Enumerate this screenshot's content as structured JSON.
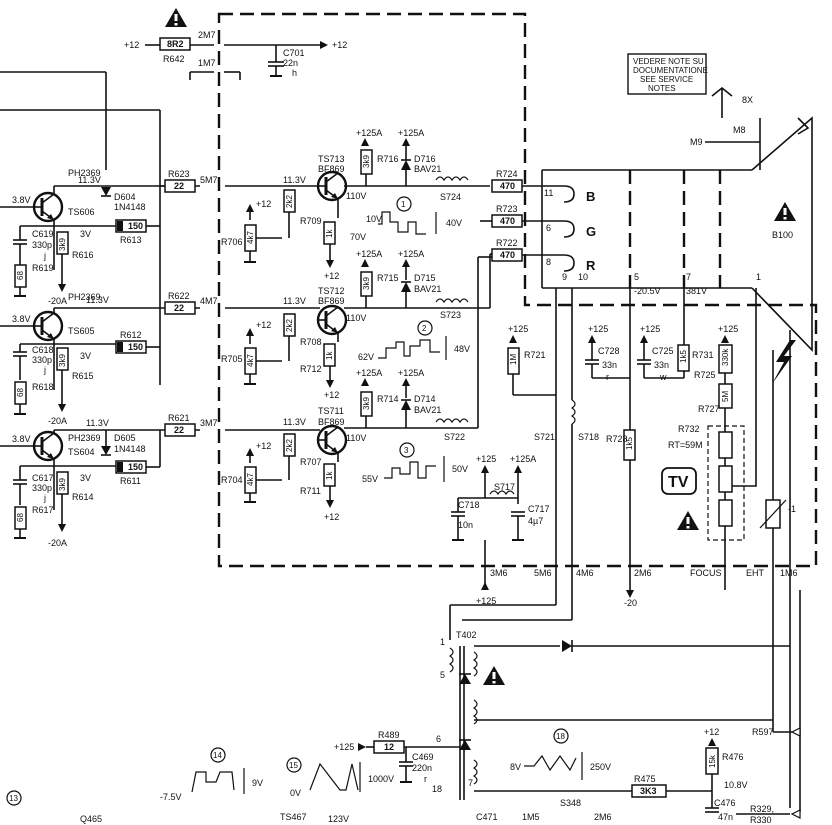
{
  "supply": {
    "in_12v": "+12",
    "out_12v": "+12",
    "r642_value": "8R2",
    "r642_label": "R642",
    "conn_2m7": "2M7",
    "conn_1m7": "1M7",
    "c701_label": "C701",
    "c701_value": "22n",
    "c701_type": "h"
  },
  "note_box": {
    "line1": "VEDERE NOTE SU",
    "line2": "DOCUMENTATIONE",
    "line3": "SEE SERVICE",
    "line4": "NOTES"
  },
  "crt": {
    "label": "B100",
    "pin_8x": "8X",
    "m9": "M9",
    "m8": "M8",
    "pin_b": "B",
    "pin_g": "G",
    "pin_r": "R",
    "pin11": "11",
    "pin6": "6",
    "pin8": "8",
    "pin9": "9",
    "pin10": "10",
    "pin5": "5",
    "pin7": "7",
    "pin1": "1",
    "v_minus205": "-20.5V",
    "v_381": "381V"
  },
  "ch_b": {
    "q_in_type": "PH2369",
    "q_in": "TS606",
    "v_in": "3.8V",
    "v_113": "11.3V",
    "d_in": "D604",
    "d_in_type": "1N4148",
    "c_in": "C619",
    "c_in_value": "330p",
    "c_in_type": "j",
    "r_3k9": "3k9",
    "v_3v": "3V",
    "r616": "R616",
    "r_68": "68",
    "r619": "R619",
    "v_m20a": "-20A",
    "r613": "R613",
    "r613_value": "150",
    "r_conn": "R623",
    "r_conn_value": "22",
    "conn": "5M7",
    "q_out_label": "TS713",
    "q_out_type": "BF869",
    "v_base": "11.3V",
    "r_pot": "R706",
    "r_pot_value": "4k7",
    "r_2k2": "2k2",
    "r_coll": "R709",
    "r_1k": "1k",
    "v_plus12": "+12",
    "v_plus12b": "+12",
    "v_125a": "+125A",
    "v_125a_d": "+125A",
    "r_3k9b": "3k9",
    "r716": "R716",
    "d_out": "D716",
    "d_out_type": "BAV21",
    "v_110": "110V",
    "num": "1",
    "v_10": "10V",
    "v_70": "70V",
    "v_40": "40V",
    "coil": "S724",
    "r_out": "R724",
    "r_out_value": "470"
  },
  "ch_g": {
    "q_in_type": "PH2369",
    "q_in": "TS605",
    "v_in": "3.8V",
    "v_113": "11.3V",
    "c_in": "C618",
    "c_in_value": "330p",
    "c_in_type": "j",
    "r_3k9": "3k9",
    "v_3v": "3V",
    "r615": "R615",
    "r_68": "68",
    "r618": "R618",
    "v_m20a": "-20A",
    "r612": "R612",
    "r612_value": "150",
    "r_conn": "R622",
    "r_conn_value": "22",
    "conn": "4M7",
    "q_out_label": "TS712",
    "q_out_type": "BF869",
    "v_base": "11.3V",
    "r_pot": "R705",
    "r_pot_value": "4k7",
    "r_2k2": "2k2",
    "r_coll": "R708",
    "r_1k": "1k",
    "r712": "R712",
    "v_plus12": "+12",
    "v_plus12b": "+12",
    "v_125a": "+125A",
    "v_125a_d": "+125A",
    "r_3k9b": "3k9",
    "r715": "R715",
    "d_out": "D715",
    "d_out_type": "BAV21",
    "v_110": "110V",
    "num": "2",
    "v_62": "62V",
    "v_48": "48V",
    "coil": "S723",
    "r_out": "R723",
    "r_out_value": "470"
  },
  "ch_r": {
    "q_in_type": "PH2369",
    "q_in": "TS604",
    "v_in": "3.8V",
    "v_113": "11.3V",
    "d_in": "D605",
    "d_in_type": "1N4148",
    "c_in": "C617",
    "c_in_value": "330p",
    "c_in_type": "j",
    "r_3k9": "3k9",
    "v_3v": "3V",
    "r614": "R614",
    "r_68": "68",
    "r617": "R617",
    "v_m20a": "-20A",
    "r611": "R611",
    "r611_value": "150",
    "r_conn": "R621",
    "r_conn_value": "22",
    "conn": "3M7",
    "q_out_label": "TS711",
    "q_out_type": "BF869",
    "v_base": "11.3V",
    "r_pot": "R704",
    "r_pot_value": "4k7",
    "r_2k2": "2k2",
    "r_coll": "R707",
    "r_1k": "1k",
    "r711": "R711",
    "v_plus12": "+12",
    "v_plus12b": "+12",
    "v_125a": "+125A",
    "v_125a_d": "+125A",
    "r_3k9b": "3k9",
    "r714": "R714",
    "d_out": "D714",
    "d_out_type": "BAV21",
    "v_110": "110V",
    "num": "3",
    "v_55": "55V",
    "v_50": "50V",
    "coil": "S722",
    "r_out": "R722",
    "r_out_value": "470"
  },
  "right": {
    "r721_v": "+125",
    "r721_val": "1M",
    "r721": "R721",
    "c728_v": "+125",
    "c728": "C728",
    "c728_val": "33n",
    "c728_t": "r",
    "c725_v": "+125",
    "c725": "C725",
    "c725_val": "33n",
    "c725_t": "w",
    "r731": "R731",
    "r731_val": "1k5",
    "r725_v": "+125",
    "r725_val": "330k",
    "r725": "R725",
    "r727_val": "5M",
    "r727": "R727",
    "s721": "S721",
    "s718": "S718",
    "r728": "R728",
    "r728_val": "1k5",
    "r732": "R732",
    "rt": "RT=59M",
    "tv": "TV",
    "v125": "+125",
    "v125a": "+125A",
    "s717": "S717",
    "c718": "C718",
    "c718_val": "10n",
    "c717": "C717",
    "c717_val": "4µ7",
    "conn_3m6": "3M6",
    "conn_5m6": "5M6",
    "conn_4m6": "4M6",
    "conn_2m6": "2M6",
    "focus": "FOCUS",
    "eht": "EHT",
    "conn_1m6": "1M6",
    "bot_125": "+125",
    "bot_m20": "-20"
  },
  "lower": {
    "t402": "T402",
    "p1": "1",
    "p5": "5",
    "p6": "6",
    "p18": "18",
    "p7": "7",
    "r489_v": "+125",
    "r489": "R489",
    "r489_val": "12",
    "c469": "C469",
    "c469_val": "220n",
    "c469_t": "r",
    "n15": "15",
    "v_0": "0V",
    "v_1000": "1000V",
    "ts467": "TS467",
    "v_123": "123V",
    "n14": "14",
    "v_m75": "-7.5V",
    "v_9": "9V",
    "n18": "18",
    "v_8": "8V",
    "v_250": "250V",
    "r475": "R475",
    "r475_val": "3K3",
    "r476_v": "+12",
    "r476": "R476",
    "r476_val": "15k",
    "v_108": "10.8V",
    "c476": "C476",
    "c476_val": "47n",
    "r597": "R597",
    "r329": "R329,",
    "r330": "R330",
    "n13": "13",
    "q465": "Q465",
    "c471": "C471",
    "s348": "S348",
    "m5": "1M5",
    "m5b": "2M6"
  }
}
